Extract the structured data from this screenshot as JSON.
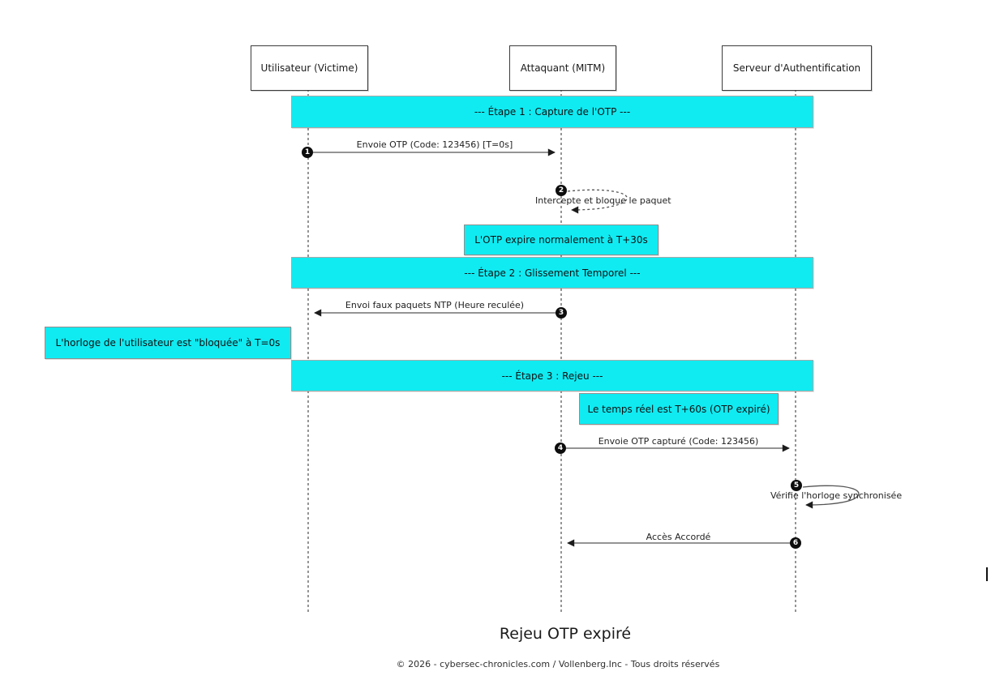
{
  "title": "Rejeu OTP expiré",
  "footer": "© 2026 - cybersec-chronicles.com / Vollenberg.Inc - Tous droits réservés",
  "colors": {
    "accent": "#10ebf2",
    "note-border": "#8f8f8f",
    "banner-border": "#a8a8a8",
    "actor-border": "#3c3c3c",
    "arrow-line": "#555555",
    "arrow-head": "#1c1c1c"
  },
  "actors": [
    {
      "label": "Utilisateur (Victime)"
    },
    {
      "label": "Attaquant (MITM)"
    },
    {
      "label": "Serveur d'Authentification"
    }
  ],
  "steps": [
    {
      "label": "--- Étape 1 : Capture de l'OTP ---"
    },
    {
      "label": "--- Étape 2 : Glissement Temporel ---"
    },
    {
      "label": "--- Étape 3 : Rejeu ---"
    }
  ],
  "notes": [
    {
      "text": "L'OTP expire normalement à T+30s",
      "over": "Attaquant (MITM)"
    },
    {
      "text": "L'horloge de l'utilisateur est \"bloquée\" à T=0s",
      "over": "Utilisateur (Victime)"
    },
    {
      "text": "Le temps réel est T+60s (OTP expiré)",
      "over": "Attaquant (MITM)"
    }
  ],
  "messages": [
    {
      "num": "1",
      "label": "Envoie OTP (Code: 123456) [T=0s]",
      "from": "Utilisateur (Victime)",
      "to": "Attaquant (MITM)",
      "kind": "arrow"
    },
    {
      "num": "2",
      "label": "Intercepte et bloque le paquet",
      "from": "Attaquant (MITM)",
      "to": "Attaquant (MITM)",
      "kind": "self-dashed"
    },
    {
      "num": "3",
      "label": "Envoi faux paquets NTP (Heure reculée)",
      "from": "Attaquant (MITM)",
      "to": "Utilisateur (Victime)",
      "kind": "arrow"
    },
    {
      "num": "4",
      "label": "Envoie OTP capturé (Code: 123456)",
      "from": "Attaquant (MITM)",
      "to": "Serveur d'Authentification",
      "kind": "arrow"
    },
    {
      "num": "5",
      "label": "Vérifie l'horloge synchronisée",
      "from": "Serveur d'Authentification",
      "to": "Serveur d'Authentification",
      "kind": "self-solid"
    },
    {
      "num": "6",
      "label": "Accès Accordé",
      "from": "Serveur d'Authentification",
      "to": "Attaquant (MITM)",
      "kind": "arrow"
    }
  ]
}
